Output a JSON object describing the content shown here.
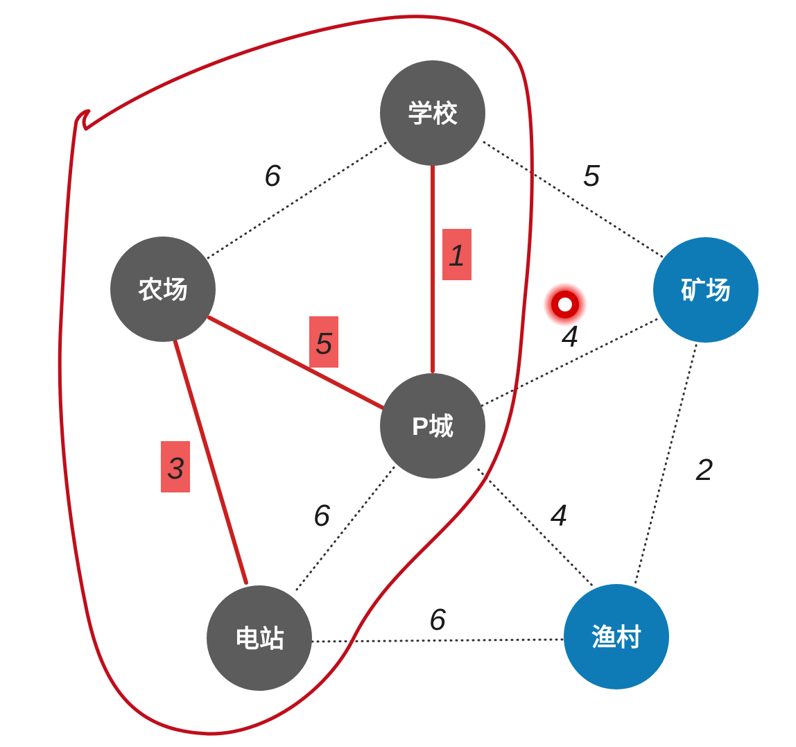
{
  "colors": {
    "node_gray": "#5c5c5c",
    "node_blue": "#0e7bb6",
    "edge_dotted": "#333333",
    "edge_selected": "#c9201f",
    "weight_box": "#ef5a5a",
    "annotation": "#c00d1a"
  },
  "nodes": {
    "school": {
      "label": "学校",
      "group": "gray"
    },
    "farm": {
      "label": "农场",
      "group": "gray"
    },
    "pcity": {
      "label": "P城",
      "group": "gray"
    },
    "station": {
      "label": "电站",
      "group": "gray"
    },
    "mine": {
      "label": "矿场",
      "group": "blue"
    },
    "village": {
      "label": "渔村",
      "group": "blue"
    }
  },
  "edges": {
    "school_farm": {
      "from": "学校",
      "to": "农场",
      "weight": "6",
      "style": "dotted"
    },
    "school_mine": {
      "from": "学校",
      "to": "矿场",
      "weight": "5",
      "style": "dotted"
    },
    "school_pcity": {
      "from": "学校",
      "to": "P城",
      "weight": "1",
      "style": "selected"
    },
    "farm_pcity": {
      "from": "农场",
      "to": "P城",
      "weight": "5",
      "style": "selected"
    },
    "farm_station": {
      "from": "农场",
      "to": "电站",
      "weight": "3",
      "style": "selected"
    },
    "pcity_mine": {
      "from": "P城",
      "to": "矿场",
      "weight": "4",
      "style": "dotted"
    },
    "pcity_station": {
      "from": "P城",
      "to": "电站",
      "weight": "6",
      "style": "dotted"
    },
    "pcity_village": {
      "from": "P城",
      "to": "渔村",
      "weight": "4",
      "style": "dotted"
    },
    "mine_village": {
      "from": "矿场",
      "to": "渔村",
      "weight": "2",
      "style": "dotted"
    },
    "station_village": {
      "from": "电站",
      "to": "渔村",
      "weight": "6",
      "style": "dotted"
    }
  }
}
